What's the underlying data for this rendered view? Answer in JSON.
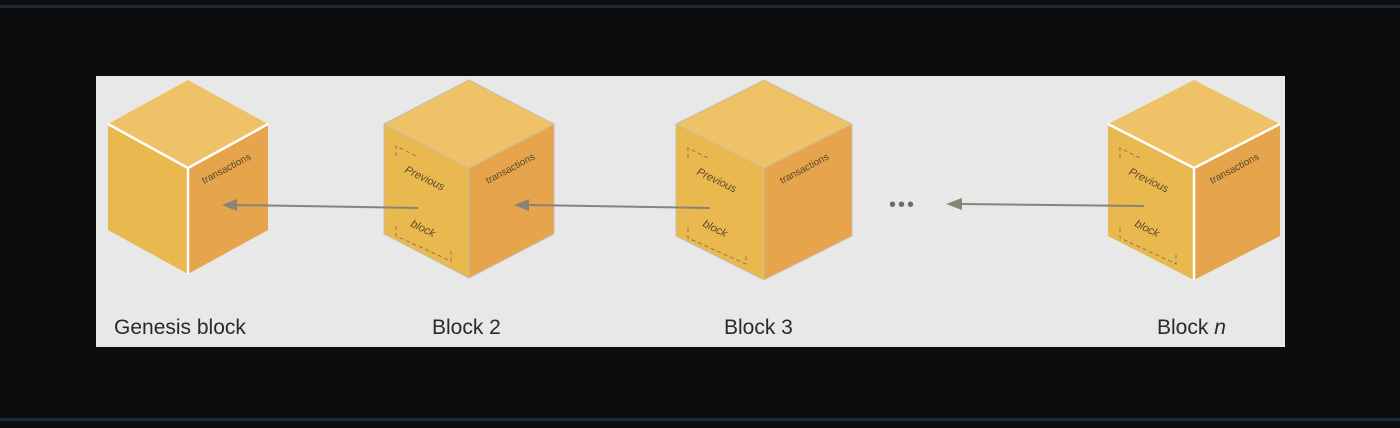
{
  "blocks": [
    {
      "label": "Genesis block",
      "top_text": "transactions"
    },
    {
      "label": "Block 2",
      "top_text": "transactions",
      "prev_text_1": "Previous",
      "prev_text_2": "block"
    },
    {
      "label": "Block 3",
      "top_text": "transactions",
      "prev_text_1": "Previous",
      "prev_text_2": "block"
    },
    {
      "label_prefix": "Block ",
      "label_italic": "n",
      "top_text": "transactions",
      "prev_text_1": "Previous",
      "prev_text_2": "block"
    }
  ],
  "ellipsis": "•••",
  "colors": {
    "background": "#0d0d0d",
    "panel": "#e8e8e8",
    "cube_top": "#efc267",
    "cube_left": "#e9b84f",
    "cube_right": "#e6a44c",
    "arrow": "#8a8478"
  }
}
